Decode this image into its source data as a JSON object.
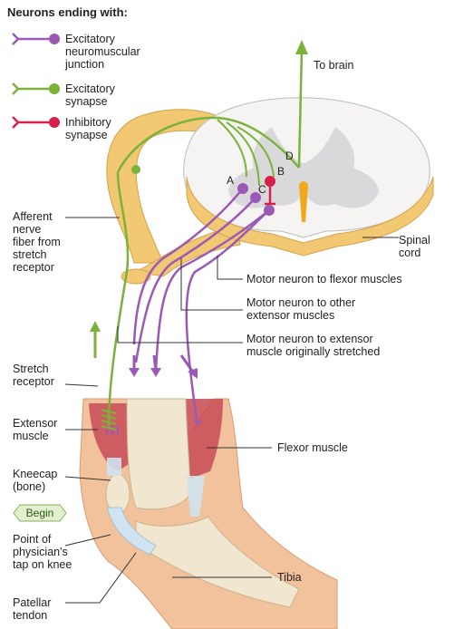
{
  "header": {
    "title": "Neurons ending with:"
  },
  "legend": [
    {
      "label": "Excitatory\nneuromuscular\njunction",
      "color": "#9b59b6"
    },
    {
      "label": "Excitatory\nsynapse",
      "color": "#7ab23a"
    },
    {
      "label": "Inhibitory\nsynapse",
      "color": "#d6204b"
    }
  ],
  "labels": {
    "to_brain": "To brain",
    "afferent": "Afferent\nnerve\nfiber from\nstretch\nreceptor",
    "spinal_cord": "Spinal\ncord",
    "motor_flexor": "Motor neuron to flexor muscles",
    "motor_other": "Motor neuron to other\nextensor muscles",
    "motor_extensor": "Motor neuron to extensor\nmuscle originally stretched",
    "stretch_receptor": "Stretch\nreceptor",
    "extensor_muscle": "Extensor\nmuscle",
    "flexor_muscle": "Flexor muscle",
    "kneecap": "Kneecap\n(bone)",
    "begin": "Begin",
    "tap_point": "Point of\nphysician's\ntap on knee",
    "tibia": "Tibia",
    "patellar_tendon": "Patellar\ntendon"
  },
  "synapse_letters": {
    "a": "A",
    "b": "B",
    "c": "C",
    "d": "D"
  },
  "colors": {
    "motor": "#9b59b6",
    "sensory": "#7ab23a",
    "inhibitory": "#d6204b",
    "nerve": "#f3c873",
    "gray_matter": "#d9d9db",
    "muscle": "#c9525a",
    "skin": "#f2c29c",
    "bone": "#f1e6cf"
  }
}
